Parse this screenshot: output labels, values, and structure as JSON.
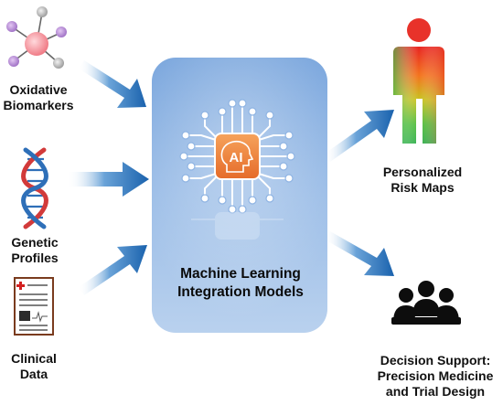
{
  "inputs": {
    "oxidative": {
      "line1": "Oxidative",
      "line2": "Biomarkers",
      "icon": "molecule-icon"
    },
    "genetic": {
      "line1": "Genetic",
      "line2": "Profiles",
      "icon": "dna-icon"
    },
    "clinical": {
      "line1": "Clinical",
      "line2": "Data",
      "icon": "clinical-report-icon"
    }
  },
  "center": {
    "line1": "Machine Learning",
    "line2": "Integration Models",
    "chip_text": "AI",
    "icon": "ai-brain-chip-icon"
  },
  "outputs": {
    "risk": {
      "line1": "Personalized",
      "line2": "Risk Maps",
      "icon": "heatmap-person-icon"
    },
    "decision": {
      "line1": "Decision Support:",
      "line2": "Precision Medicine",
      "line3": "and Trial Design",
      "icon": "team-meeting-icon"
    }
  },
  "colors": {
    "arrow": "#1f6db5",
    "panel": "#8fb4e3",
    "chip": "#f07f3c",
    "dna_red": "#d23a3a",
    "dna_blue": "#2e6fb8"
  }
}
